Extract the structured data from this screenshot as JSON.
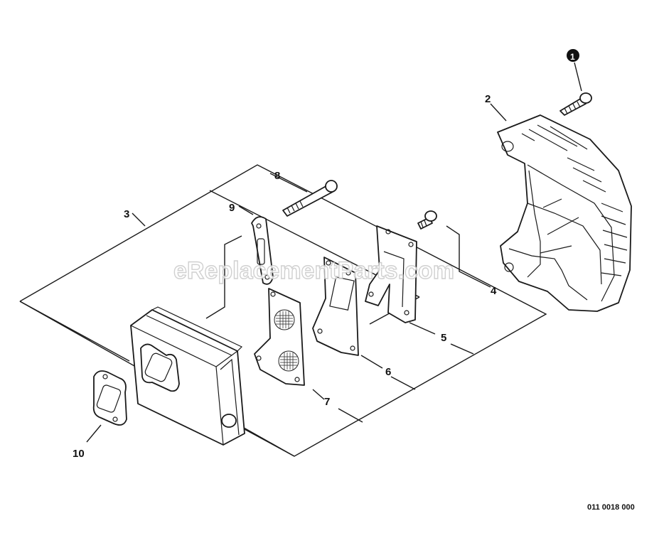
{
  "watermark": "eReplacementParts.com",
  "diagram_code": "011 0018 000",
  "callouts": {
    "screw_1": "1",
    "cover_2": "2",
    "assembly_3": "3",
    "bolt_4": "4",
    "plate_5": "5",
    "plate_6": "6",
    "screen_7": "7",
    "bolt_8": "8",
    "bracket_9": "9",
    "gasket_10": "10"
  },
  "colors": {
    "line": "#1a1a1a",
    "background": "#ffffff",
    "watermark_stroke": "#c8c8c8"
  }
}
